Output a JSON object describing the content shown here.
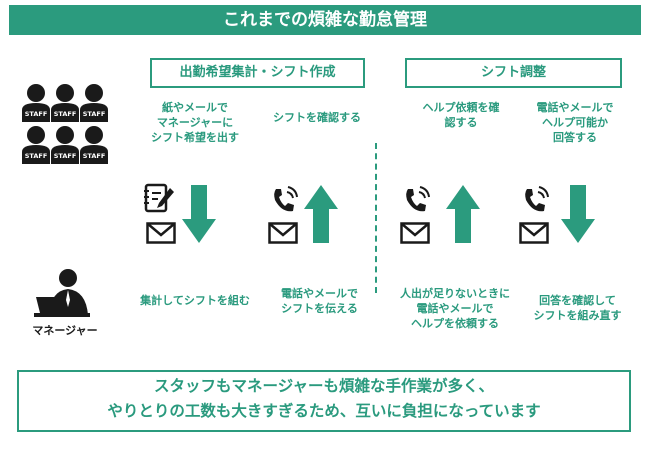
{
  "title": "これまでの煩雑な勤怠管理",
  "sections": {
    "left": "出勤希望集計・シフト作成",
    "right": "シフト調整"
  },
  "staff": {
    "badge": "STAFF"
  },
  "manager": {
    "label": "マネージャー"
  },
  "top_texts": {
    "t1": "紙やメールで\nマネージャーに\nシフト希望を出す",
    "t2": "シフトを確認する",
    "t3": "ヘルプ依頼を確\n認する",
    "t4": "電話やメールで\nヘルプ可能か\n回答する"
  },
  "bottom_texts": {
    "b1": "集計してシフトを組む",
    "b2": "電話やメールで\nシフトを伝える",
    "b3": "人出が足りないときに\n電話やメールで\nヘルプを依頼する",
    "b4": "回答を確認して\nシフトを組み直す"
  },
  "conclusion": {
    "line1": "スタッフもマネージャーも煩雑な手作業が多く、",
    "line2": "やりとりの工数も大きすぎるため、互いに負担になっています"
  },
  "icons": {
    "staff": "staff-person-icon",
    "manager": "manager-at-laptop-icon",
    "memo": "memo-pencil-icon",
    "phone": "phone-icon",
    "mail": "mail-envelope-icon",
    "arrow_up": "arrow-up-icon",
    "arrow_down": "arrow-down-icon"
  },
  "colors": {
    "accent": "#2b9b7e",
    "text_dark": "#1a1a1a"
  }
}
